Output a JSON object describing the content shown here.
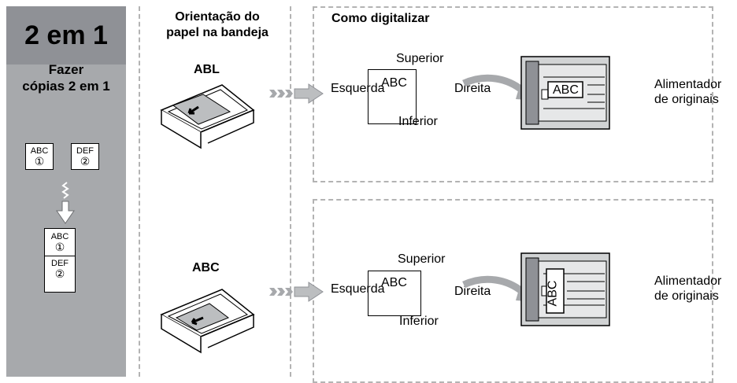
{
  "sidebar": {
    "title": "2 em 1",
    "subtitle_line1": "Fazer",
    "subtitle_line2": "cópias 2 em 1",
    "page1_text": "ABC",
    "page1_num": "①",
    "page2_text": "DEF",
    "page2_num": "②",
    "merged_top_text": "ABC",
    "merged_top_num": "①",
    "merged_bottom_text": "DEF",
    "merged_bottom_num": "②"
  },
  "orientation_header_line1": "Orientação do",
  "orientation_header_line2": "papel na bandeja",
  "scan_header": "Como digitalizar",
  "rows": [
    {
      "tray_label": "ABL",
      "doc_text": "ABC",
      "top_label": "Superior",
      "left_label": "Esquerda",
      "bottom_label": "Inferior",
      "right_label": "Direita",
      "feeder_doc_text": "ABC",
      "feeder_label_line1": "Alimentador",
      "feeder_label_line2": "de originais"
    },
    {
      "tray_label": "ABC",
      "doc_text": "ABC",
      "top_label": "Superior",
      "left_label": "Esquerda",
      "bottom_label": "Inferior",
      "right_label": "Direita",
      "feeder_doc_text": "ABC",
      "feeder_label_line1": "Alimentador",
      "feeder_label_line2": "de originais"
    }
  ]
}
